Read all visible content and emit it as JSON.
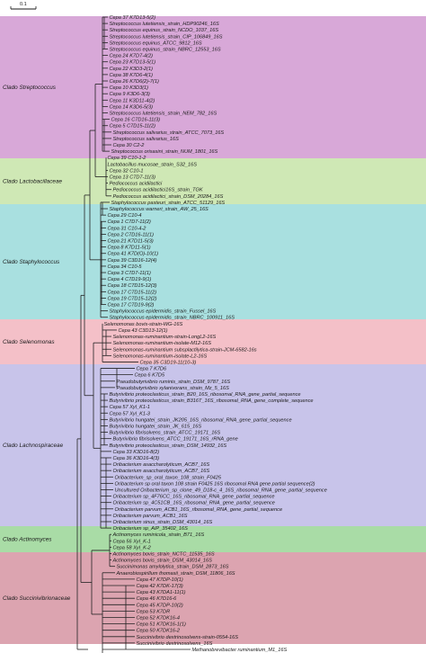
{
  "scale_bar": {
    "label": "0.1"
  },
  "clades": [
    {
      "name": "Clado Streptococcus",
      "color": "#d8a8d8"
    },
    {
      "name": "Clado Lactobacillaceae",
      "color": "#cfe8b5"
    },
    {
      "name": "Clado Staphylococcus",
      "color": "#a9e0e0"
    },
    {
      "name": "Clado Selenomonas",
      "color": "#f4c0c8"
    },
    {
      "name": "Clado Lachnospiraceae",
      "color": "#c8c4ea"
    },
    {
      "name": "Clado Actinomyces",
      "color": "#a9dca6"
    },
    {
      "name": "Clado Succinivibrionaceae",
      "color": "#dca4b0"
    }
  ],
  "leaves": [
    "Cepa 37 K7D13-5(2)",
    "Streptococcus lutetiensis_strain_HDP90246_16S",
    "Streptococcus equinus_strain_NCDO_1037_16S",
    "Streptococcus lutetiensis_strain_CIP_106849_16S",
    "Streptococcus equinus_ATCC_9812_16S",
    "Streptococcus equinus_strain_NBRC_12553_16S",
    "Cepa 24 K7D7-4(2)",
    "Cepa 23 K7D13-5(1)",
    "Cepa 22 K3D3-2(1)",
    "Cepa 38 K7D6-4(1)",
    "Cepa 26 K7D6(2)-7(1)",
    "Cepa 10 K3D3(1)",
    "Cepa 9 K3D6-3(3)",
    "Cepa 11 K3D11-4(2)",
    "Cepa 14 K3D6-5(3)",
    "Streptococcus lutetiensis_strain_NEM_782_16S",
    "Cepa 16 C7D16-11(3)",
    "Cepa 5 C7D15-11(2)",
    "Streptococcus salivarius_strain_ATCC_7073_16S",
    "Streptococcus salivarius_16S",
    "Cepa 30 C2-2",
    "Streptococcus orisasini_strain_NUM_1801_16S",
    "Cepa 39 C10-1-2",
    "Lactobacillus mucosae_strain_S32_16S",
    "Cepa 32 C10-1",
    "Cepa 13 C7D7-11(3)",
    "Pediococcus acidilactici",
    "Pediococcus acidilactici16S_strain_TGK",
    "Pediococcus acidilactici_strain_DSM_20284_16S",
    "Staphylococcus pasteuri_strain_ATCC_51129_16S",
    "Staphylococcus warneri_strain_AW_25_16S",
    "Cepa 29 C10-4",
    "Cepa 1 C7D7-11(2)",
    "Cepa 31 C10-4-2",
    "Cepa 2 C7D16-11(1)",
    "Cepa 21 K7D11-5(3)",
    "Cepa 8 K7D11-5(1)",
    "Cepa 41 K7D(O)-10(1)",
    "Cepa 39 C3D16-12(4)",
    "Cepa 34 C10-5",
    "Cepa 3 C7D7-11(1)",
    "Cepa 4 C7D19-9(1)",
    "Cepa 18 C7D15-12(3)",
    "Cepa 17 C7D15-11(2)",
    "Cepa 19 C7D15-12(2)",
    "Cepa 17 C7D19-9(2)",
    "Staphylococcus epidermidis_strain_Fussel_16S",
    "Staphylococcus epidermidis_strain_NBRC_100911_16S",
    "Selenomonas bovis-strain-WG-16S",
    "Cepa 43 C3D13-12(1)",
    "Selenomonas-ruminantium-strain-LongL2-16S",
    "Selenomonas-ruminantium-isolate-M12-16S",
    "Selenomonas-ruminantium subsplactilytica-strain-JCM-6582-16s",
    "Selenomonas-ruminantium-isolate-L2-16S",
    "Cepa 35 C3D19-11(10-3)",
    "Cepa 7 K7D6",
    "Cepa 6 K7D5",
    "Pseudobutyrivibrio ruminis_strain_DSM_9787_16S",
    "Pseudobutyrivibrio xylanivorans_strain_Mz_5_16S",
    "Butyrivibrio proteoclasticus_strain_B20_16S_ribosomal_RNA_gene_partial_sequence",
    "Butyrivibrio proteoclasticus_strain_B316T_16S_ribosomal_RNA_gene_complete_sequence",
    "Cepa 57 Xyl_K1-1",
    "Cepa 57 Xyl_K1-3",
    "Butyrivibrio hungatei_strain_JK205_16S_ribosomal_RNA_gene_partial_sequence",
    "Butyrivibrio hungatei_strain_JK_615_16S",
    "Butyrivibrio fibrisolvens_strain_ATCC_19171_16S",
    "Butyrivibrio fibrisolvens_ATCC_19171_16S_rRNA_gene",
    "Butyrivibrio proteoclasticus_strain_DSM_14932_16S",
    "Cepa 33 K3D16-8(2)",
    "Cepa 36 K3D16-4(3)",
    "Oribacterium asaccharolyticum_ACB7_16S",
    "Oribacterium asaccharolyticum_ACB7_16S",
    "Oribacterium_sp_oral_taxon_108_strain_F0425",
    "Oribacterium sp oral taxon 108 strain F0425 16S ribosomal RNA gene partial sequence(2)",
    "Uncultured Oribacterium_sp_clone_49_D18-c_4_16S_ribosomal_RNA_gene_partial_sequence",
    "Oribacterium sp_4F76CC_16S_ribosomal_RNA_gene_partial_sequence",
    "Oribacterium sp_4C51CB_16S_ribosomal_RNA_gene_partial_sequence",
    "Oribacterium parvum_ACB1_16S_ribosomal_RNA_gene_partial_sequence",
    "Oribacterium parvum_ACB1_16S",
    "Oribacterium sinus_strain_DSM_43014_16S",
    "Oribacterium sp_AIP_35402_16S",
    "Actinomyces ruminicola_strain_B71_16S",
    "Cepa 56 Xyl_K-1",
    "Cepa 58 Xyl_K-2",
    "Actinomyces bovis_strain_NCTC_11535_16S",
    "Actinomyces bovis_strain_DSM_43014_16S",
    "Succinimonas amylolytica_strain_DSM_2873_16S",
    "Anaerobiospirillum thomasii_strain_DSM_11806_16S",
    "Cepa 47 K7DP-10(1)",
    "Cepa 42 K7DK-17(3)",
    "Cepa 43 K7DA1-11(1)",
    "Cepa 46 K7D16-6",
    "Cepa 45 K7DP-10(2)",
    "Cepa 53 K7DR",
    "Cepa 52 K7DK16-4",
    "Cepa 51 K7DK16-1(1)",
    "Cepa 50 K7DK16-2",
    "Succinivibrio dextrinosolvens-strain-0554-16S",
    "Succinivibrio dextrinosolvens_16S",
    "Methanobrevibacter ruminantium_M1_16S"
  ]
}
